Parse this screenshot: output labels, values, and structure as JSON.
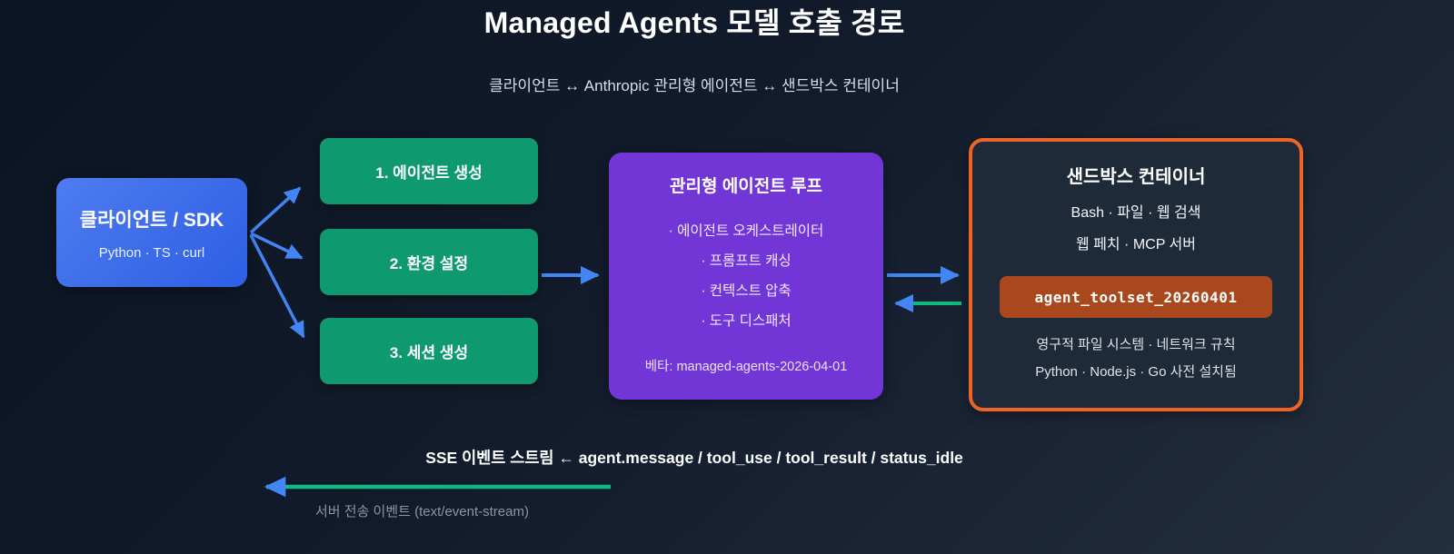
{
  "header": {
    "title": "Managed Agents 모델 호출 경로",
    "subtitle": "클라이언트 ↔ Anthropic 관리형 에이전트 ↔ 샌드박스 컨테이너"
  },
  "client": {
    "title": "클라이언트 / SDK",
    "subtitle": "Python · TS · curl"
  },
  "steps": [
    {
      "label": "1. 에이전트 생성"
    },
    {
      "label": "2. 환경 설정"
    },
    {
      "label": "3. 세션 생성"
    }
  ],
  "agent_loop": {
    "title": "관리형 에이전트 루프",
    "items": [
      "· 에이전트 오케스트레이터",
      "· 프롬프트 캐싱",
      "· 컨텍스트 압축",
      "· 도구 디스패처"
    ],
    "beta": "베타: managed-agents-2026-04-01"
  },
  "sandbox": {
    "title": "샌드박스 컨테이너",
    "tools_line1": "Bash · 파일 · 웹 검색",
    "tools_line2": "웹 페치 · MCP 서버",
    "badge": "agent_toolset_20260401",
    "note_line1": "영구적 파일 시스템 · 네트워크 규칙",
    "note_line2": "Python · Node.js · Go 사전 설치됨"
  },
  "sse": {
    "label": "SSE 이벤트 스트림 ← agent.message / tool_use / tool_result / status_idle",
    "caption": "서버 전송 이벤트 (text/event-stream)"
  },
  "colors": {
    "background_start": "#0c1423",
    "background_end": "#232e3e",
    "client_gradient_start": "#4e7cf0",
    "client_gradient_end": "#2e5ee4",
    "step_green": "#0e9a6e",
    "loop_purple": "#7236d6",
    "sandbox_fill": "#1f2a38",
    "sandbox_border_orange": "#ed6426",
    "badge_orange": "#a8481c",
    "arrow_blue": "#4285f4",
    "arrow_green": "#11b981"
  }
}
